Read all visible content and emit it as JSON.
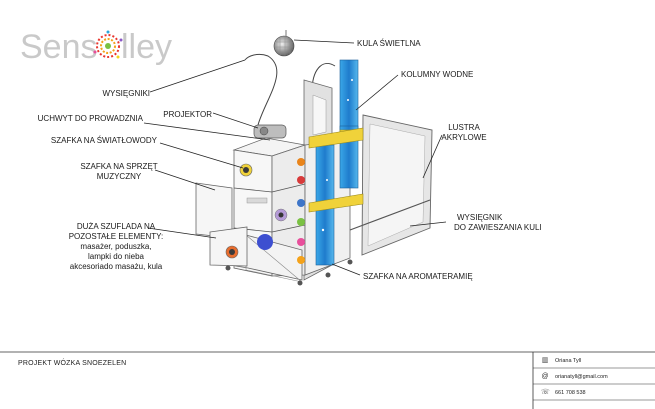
{
  "logo": {
    "text_left": "Sens",
    "text_right": "lley",
    "ring_colors": [
      "#e8352d",
      "#f4a21a",
      "#f5d51a",
      "#7ac143",
      "#29a8df",
      "#8a57c7",
      "#e84f9b"
    ]
  },
  "labels": {
    "kula": "KULA ŚWIETLNA",
    "wysiegniki": "WYSIĘGNIKI",
    "projektor": "PROJEKTOR",
    "uchwyt": "UCHWYT DO PROWADZNIA",
    "kolumny": "KOLUMNY WODNE",
    "lustra_1": "LUSTRA",
    "lustra_2": "AKRYLOWE",
    "swiatlowody": "SZAFKA NA ŚWIATŁOWODY",
    "sprzet_1": "SZAFKA NA SPRZĘT",
    "sprzet_2": "MUZYCZNY",
    "wysiegnik_kuli_1": "WYSIĘGNIK",
    "wysiegnik_kuli_2": "DO ZAWIESZANIA KULI",
    "szuflada_1": "DUŻA SZUFLADA NA",
    "szuflada_2": "POZOSTAŁE ELEMENTY:",
    "szuflada_3": "masażer, poduszka,",
    "szuflada_4": "lampki do nieba",
    "szuflada_5": "akcesoriado masażu, kula",
    "aromaterapia": "SZAFKA NA AROMATERAMIĘ"
  },
  "footer": {
    "title": "PROJEKT WÓZKA SNOEZELEN",
    "name": "Oriana Tyll",
    "email": "orianatyll@gmail.com",
    "phone": "661 708 538"
  },
  "colors": {
    "water": "#2d8fd6",
    "yellow_frame": "#f0d23a",
    "cabinet": "#f2f2f2",
    "mirror": "#dcdcdc"
  }
}
